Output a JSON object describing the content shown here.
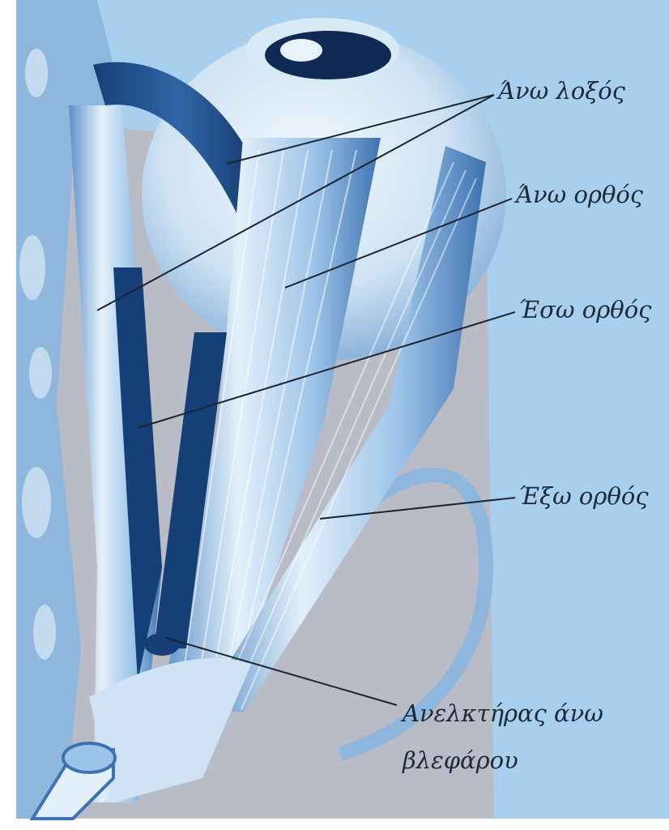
{
  "labels": {
    "superior_oblique": "Άνω λοξός",
    "superior_rectus": "Άνω ορθός",
    "medial_rectus": "Έσω ορθός",
    "lateral_rectus": "Έξω ορθός",
    "levator_line1": "Ανελκτήρας άνω",
    "levator_line2": "βλεφάρου"
  },
  "colors": {
    "page_blue": "#a9cfee",
    "bone_blue": "#8fb6dd",
    "muscle_light": "#d8ebf8",
    "muscle_mid": "#6f9fd2",
    "muscle_dark": "#1f4f8c",
    "shadow_gray": "#b9bcc6",
    "leader_line": "#1b2430"
  }
}
